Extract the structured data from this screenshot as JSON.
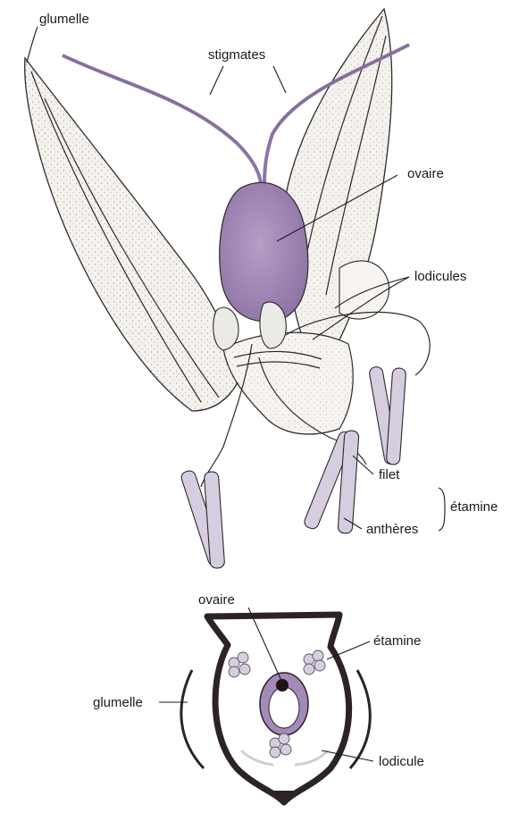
{
  "labels": {
    "glumelle_top": "glumelle",
    "stigmates": "stigmates",
    "ovaire_top": "ovaire",
    "lodicules": "lodicules",
    "filet": "filet",
    "etamine_top": "étamine",
    "antheres": "anthères",
    "ovaire_bottom": "ovaire",
    "etamine_bottom": "étamine",
    "glumelle_bottom": "glumelle",
    "lodicule": "lodicule"
  },
  "colors": {
    "ovary": "#a48ab8",
    "ovary_light": "#c4b3d3",
    "anther": "#d7cde0",
    "glume": "#f4f1ec",
    "ink": "#2a2a2a",
    "diagram_dark": "#2b2326"
  }
}
